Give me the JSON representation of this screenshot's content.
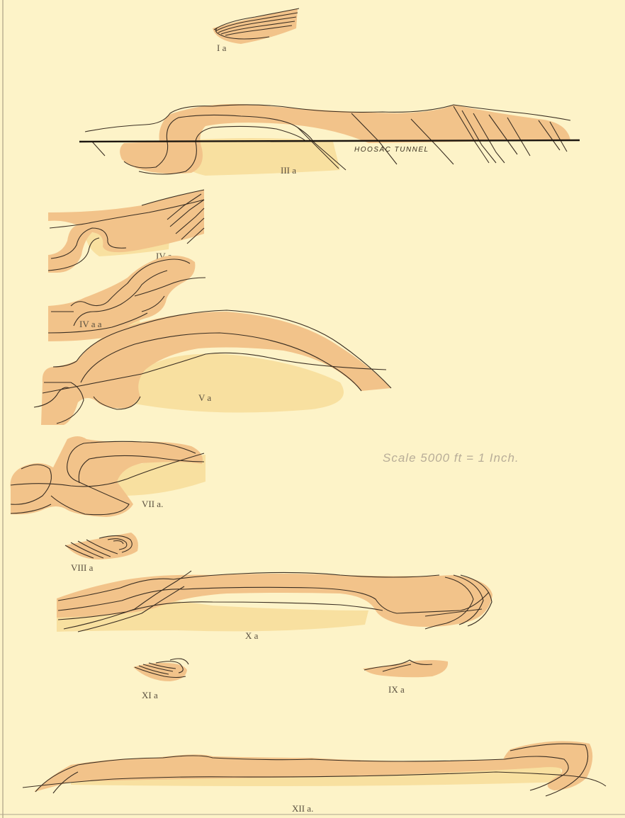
{
  "plate": {
    "background": "#fdf3c8",
    "colors": {
      "outer_layer": "#f2c38a",
      "inner_layer": "#f8e0a0",
      "lines": "#3a2e22"
    }
  },
  "sections": {
    "ia": {
      "label": "I a"
    },
    "iiia": {
      "label": "III a",
      "tunnel": "HOOSAC TUNNEL"
    },
    "iva": {
      "label": "IV a"
    },
    "ivaa": {
      "label": "IV a a"
    },
    "va": {
      "label": "V a"
    },
    "viia": {
      "label": "VII a."
    },
    "viiia": {
      "label": "VIII a"
    },
    "xa": {
      "label": "X a"
    },
    "xia": {
      "label": "XI a"
    },
    "ixa": {
      "label": "IX a"
    },
    "xiia": {
      "label": "XII a."
    }
  },
  "scale": {
    "text": "Scale 5000 ft = 1 Inch."
  }
}
